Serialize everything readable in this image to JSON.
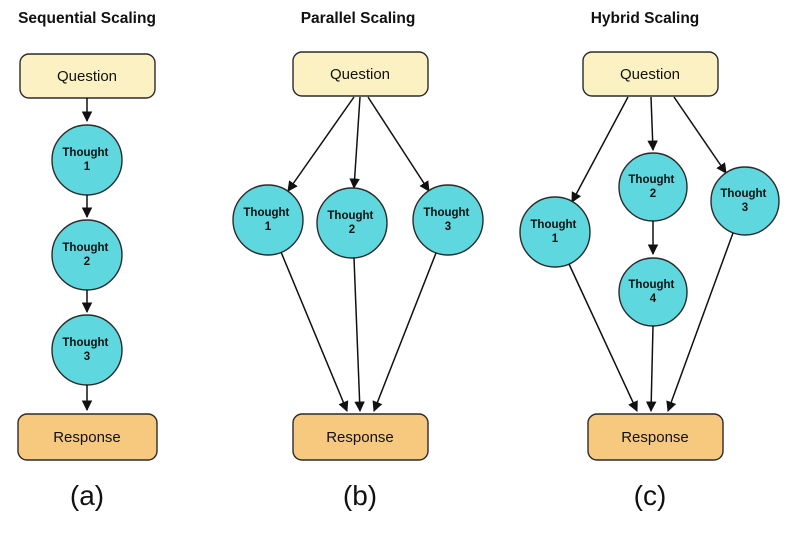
{
  "panels": [
    {
      "title": "Sequential Scaling",
      "label": "(a)",
      "question": "Question",
      "response": "Response",
      "thoughts": [
        {
          "word": "Thought",
          "num": "1"
        },
        {
          "word": "Thought",
          "num": "2"
        },
        {
          "word": "Thought",
          "num": "3"
        }
      ]
    },
    {
      "title": "Parallel Scaling",
      "label": "(b)",
      "question": "Question",
      "response": "Response",
      "thoughts": [
        {
          "word": "Thought",
          "num": "1"
        },
        {
          "word": "Thought",
          "num": "2"
        },
        {
          "word": "Thought",
          "num": "3"
        }
      ]
    },
    {
      "title": "Hybrid Scaling",
      "label": "(c)",
      "question": "Question",
      "response": "Response",
      "thoughts": [
        {
          "word": "Thought",
          "num": "1"
        },
        {
          "word": "Thought",
          "num": "2"
        },
        {
          "word": "Thought",
          "num": "3"
        },
        {
          "word": "Thought",
          "num": "4"
        }
      ]
    }
  ],
  "colors": {
    "question_fill": "#FBF1C2",
    "thought_fill": "#5FD7DE",
    "response_fill": "#F7C97E",
    "stroke": "#2b2b2b",
    "arrow": "#111111"
  }
}
